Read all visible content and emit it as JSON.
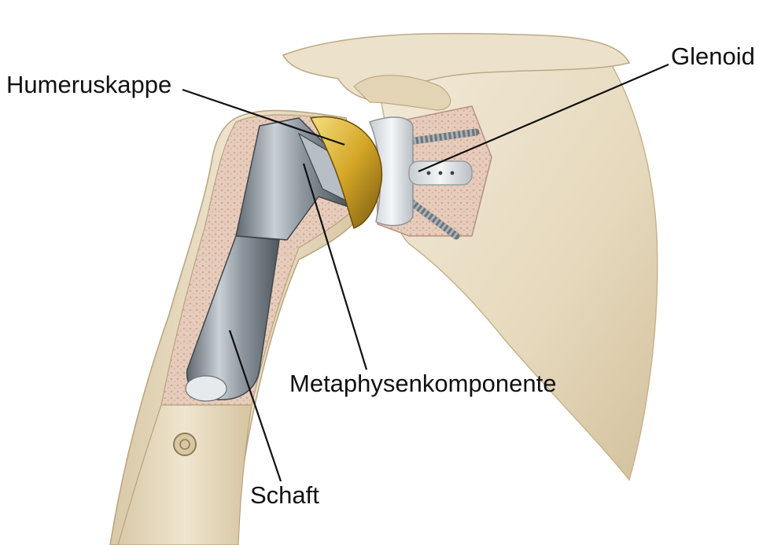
{
  "figure": {
    "labels": {
      "humeral_head": "Humeruskappe",
      "glenoid": "Glenoid",
      "metaphysis": "Metaphysenkomponente",
      "stem": "Schaft"
    },
    "colors": {
      "bone": "#e8dcc3",
      "bone_shadow": "#cdbb98",
      "cancellous": "#e4c8b8",
      "metal": "#9aa4ac",
      "gold": "#d8b236",
      "poly": "#e9ecee",
      "leader": "#111111"
    }
  }
}
